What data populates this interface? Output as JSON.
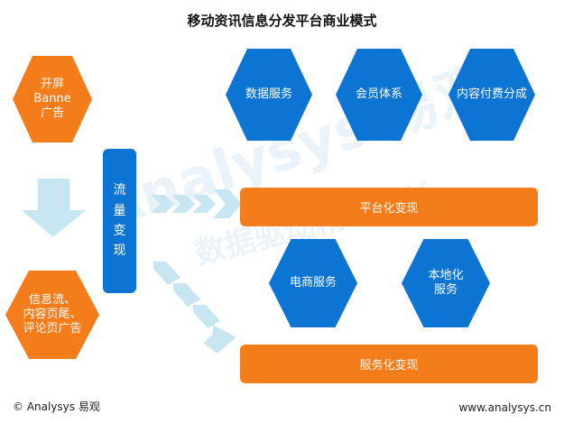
{
  "title": "移动资讯信息分发平台商业模式",
  "left": {
    "banner_hex": "开屏\nBanne\n广告",
    "feed_hex": "信息流、\n内容页尾、\n评论页广告",
    "traffic_bar": "流\n量\n变\n现"
  },
  "platform": {
    "hexes": [
      "数据服务",
      "会员体系",
      "内容付费分成"
    ],
    "bar": "平台化变现"
  },
  "service": {
    "hexes": [
      "电商服务",
      "本地化\n服务"
    ],
    "bar": "服务化变现"
  },
  "watermark": {
    "text": "Analysys 易观",
    "subtext": "数据驱动精益成长"
  },
  "footer": {
    "left": "© Analysys 易观",
    "right": "www.analysys.cn"
  },
  "colors": {
    "orange": "#f47c1b",
    "blue": "#0c74d3",
    "arrow": "#c7e6f2"
  }
}
